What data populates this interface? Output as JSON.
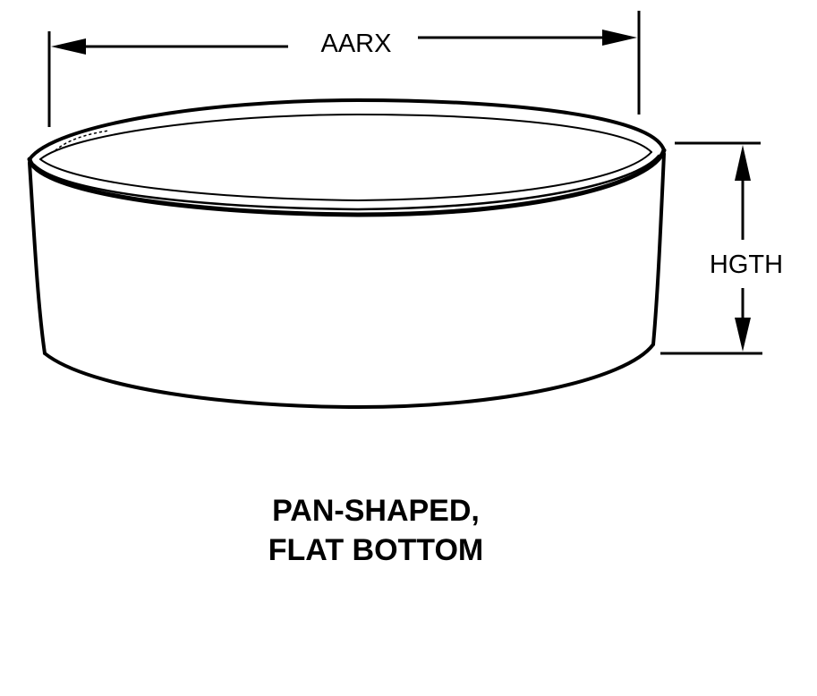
{
  "dimensions": {
    "width_label": "AARX",
    "height_label": "HGTH"
  },
  "caption": {
    "line1": "PAN-SHAPED,",
    "line2": "FLAT BOTTOM"
  },
  "colors": {
    "ink": "#000000",
    "background": "#ffffff"
  }
}
